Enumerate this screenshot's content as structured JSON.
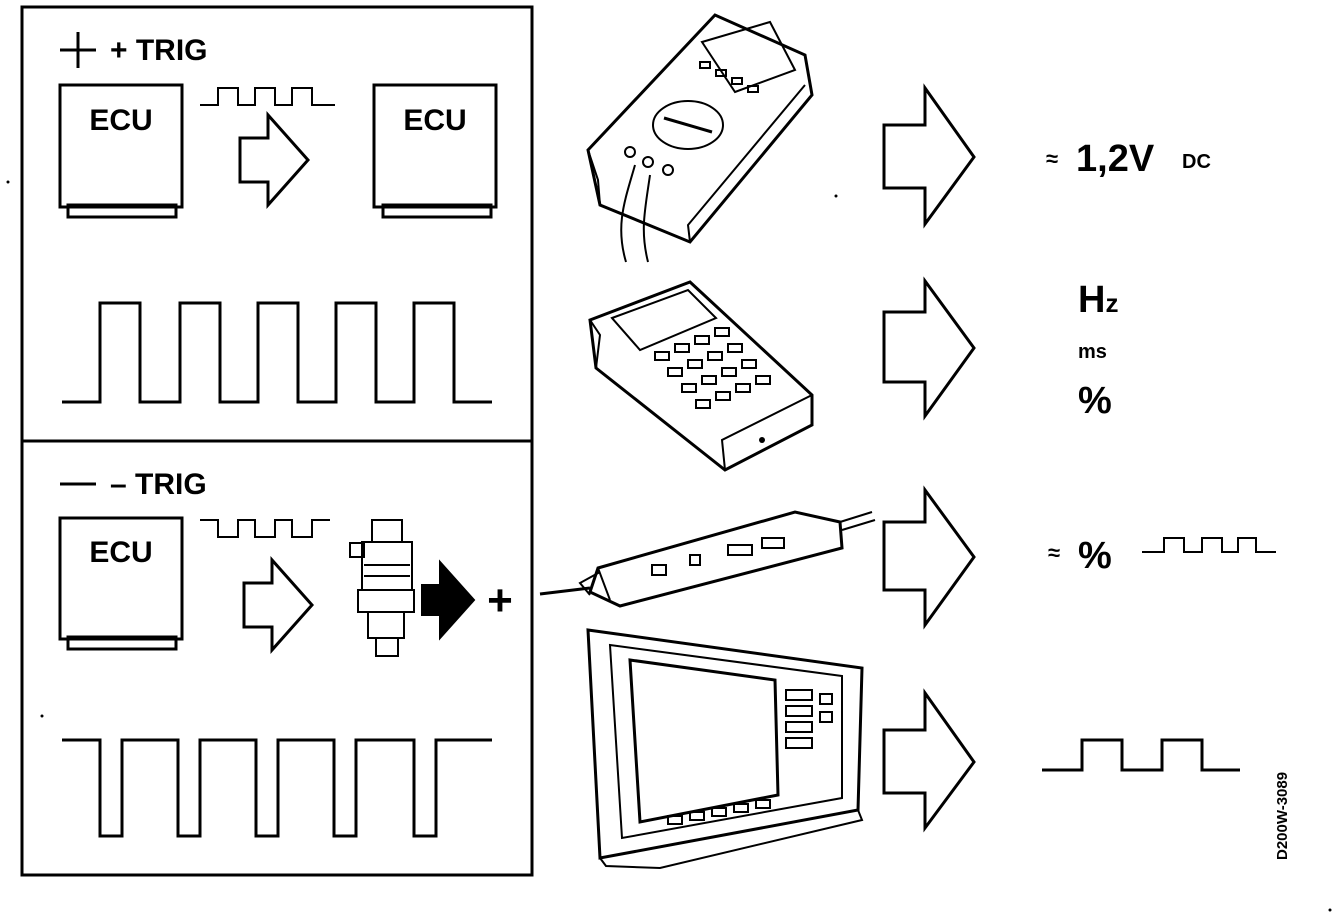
{
  "figure_id": "D200W-3089",
  "plus_panel": {
    "trig_label": "+ TRIG",
    "ecu_left": "ECU",
    "ecu_right": "ECU"
  },
  "minus_panel": {
    "trig_label": "– TRIG",
    "ecu": "ECU",
    "plus_sign": "+"
  },
  "readouts": {
    "multimeter": {
      "approx": "≈",
      "value": "1,2V",
      "unit": "DC"
    },
    "tester": {
      "hz": "Hz",
      "ms": "ms",
      "pct": "%"
    },
    "probe": {
      "approx": "≈",
      "pct": "%"
    }
  },
  "icons": [
    "multimeter-icon",
    "handheld-tester-icon",
    "logic-probe-icon",
    "oscilloscope-icon",
    "fuel-injector-icon",
    "arrow-icon"
  ]
}
